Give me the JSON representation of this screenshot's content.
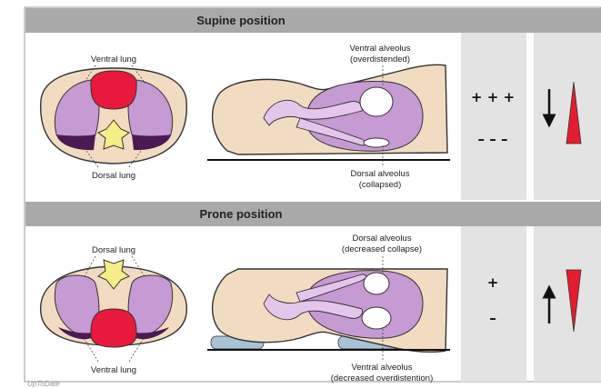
{
  "supine": {
    "header": "Supine position",
    "top_label": "Ventral lung",
    "bottom_label": "Dorsal lung",
    "alveolus_top_line1": "Ventral alveolus",
    "alveolus_top_line2": "(overdistended)",
    "alveolus_bottom_line1": "Dorsal alveolus",
    "alveolus_bottom_line2": "(collapsed)",
    "symbols_top": "+ + +",
    "symbols_bottom": "– – –"
  },
  "prone": {
    "header": "Prone position",
    "top_label": "Dorsal lung",
    "bottom_label": "Ventral lung",
    "alveolus_top_line1": "Dorsal alveolus",
    "alveolus_top_line2": "(decreased collapse)",
    "alveolus_bottom_line1": "Ventral alveolus",
    "alveolus_bottom_line2": "(decreased overdistention)",
    "symbols_top": "+",
    "symbols_bottom": "–"
  },
  "footer": {
    "corner_mark": "UpToDate"
  },
  "colors": {
    "header_bg": "#a9a9a9",
    "panel_bg": "#e3e3e3",
    "skin": "#f1dcc2",
    "lung": "#c69ad3",
    "lung_dark": "#4a1a52",
    "heart": "#e8193c",
    "spine": "#f6ee86",
    "triangle": "#e51c2e",
    "pillow": "#a9c3d6"
  }
}
